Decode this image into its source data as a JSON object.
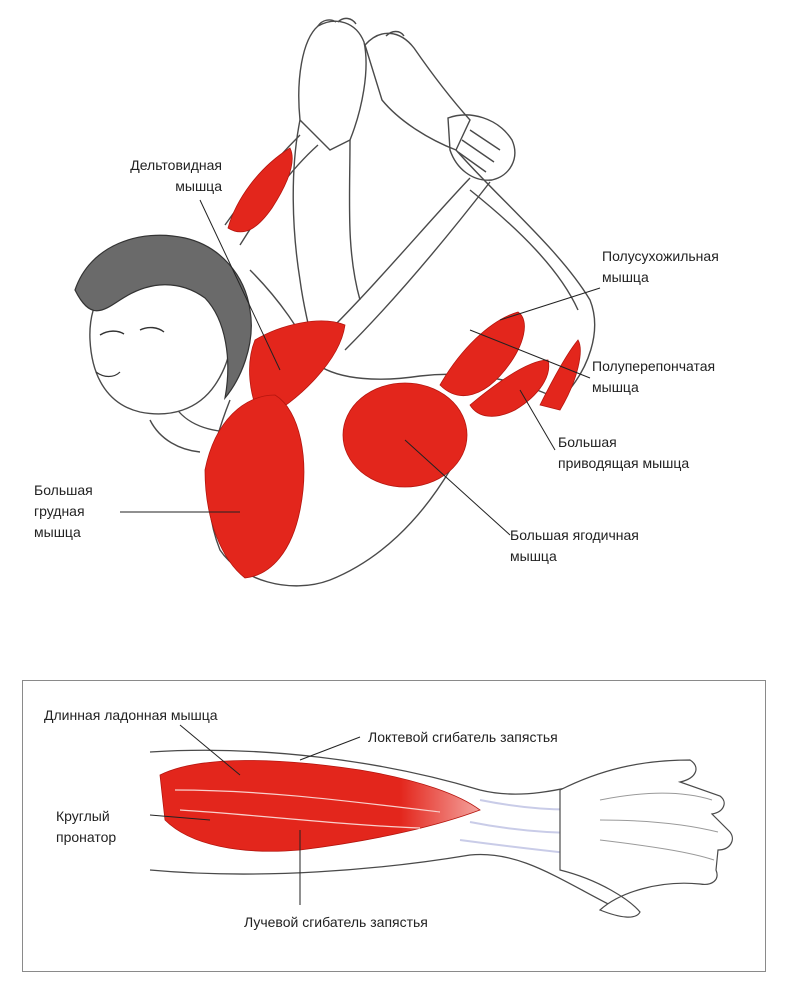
{
  "colors": {
    "muscle": "#e3261c",
    "muscle_dark": "#b5150e",
    "line": "#4a4a4a",
    "leader": "#222222",
    "frame": "#8a8a8a",
    "tendon": "#c9cce8"
  },
  "figure": {
    "pose": "bow-pose",
    "labels": {
      "deltoid": [
        "Дельтовидная",
        "мышца"
      ],
      "semitendinosus": [
        "Полусухожильная",
        "мышца"
      ],
      "semimembranosus": [
        "Полуперепончатая",
        "мышца"
      ],
      "adductor_magnus": [
        "Большая",
        "приводящая мышца"
      ],
      "pectoralis_major": [
        "Большая",
        "грудная",
        "мышца"
      ],
      "gluteus_maximus": [
        "Большая ягодичная",
        "мышца"
      ]
    }
  },
  "inset": {
    "subject": "forearm",
    "labels": {
      "palmaris_longus": "Длинная ладонная мышца",
      "flexor_carpi_ulnaris": "Локтевой сгибатель запястья",
      "pronator_teres": [
        "Круглый",
        "пронатор"
      ],
      "flexor_carpi_radialis": "Лучевой сгибатель запястья"
    }
  }
}
